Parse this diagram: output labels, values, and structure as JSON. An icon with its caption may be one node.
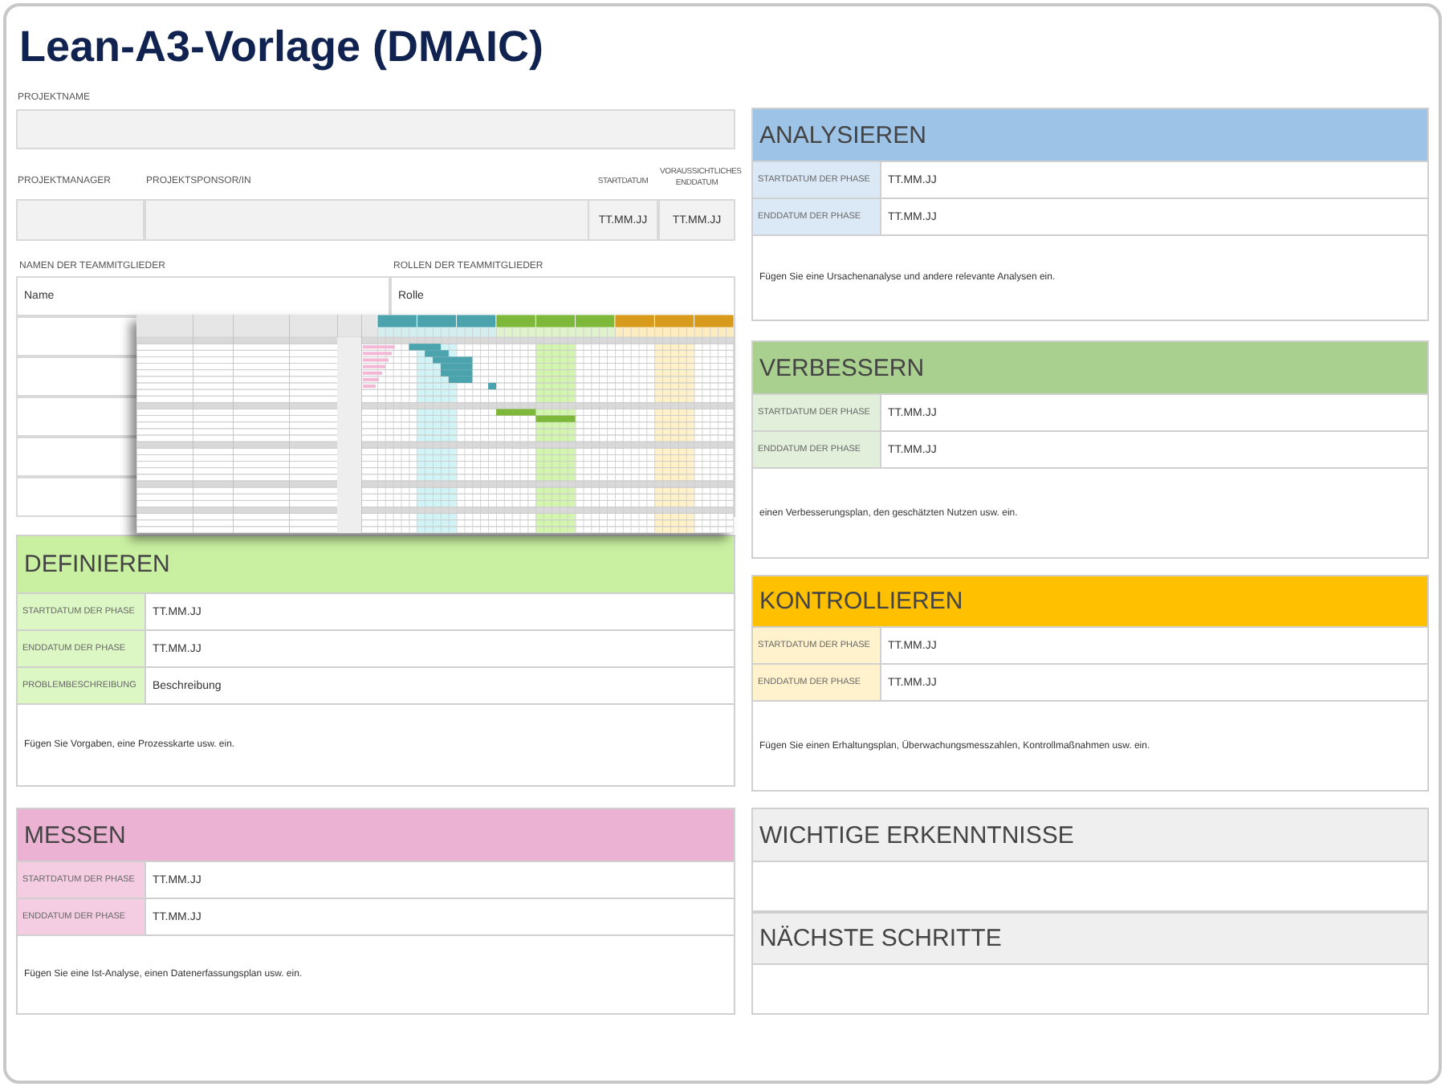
{
  "diagram": {
    "title": "Lean-A3-Vorlage (DMAIC)",
    "nodes": [
      {
        "text": [
          "PROJEKTNAME"
        ]
      },
      {
        "text": [
          "PROJEKTMANAGER"
        ]
      },
      {
        "text": [
          "PROJEKTSPONSOR/IN"
        ]
      },
      {
        "text": [
          "STARTDATUM",
          "TT.MM.JJ"
        ]
      },
      {
        "text": [
          "VORAUSSICHTLICHES ENDDATUM",
          "TT.MM.JJ"
        ]
      },
      {
        "text": [
          "NAMEN DER TEAMMITGLIEDER",
          "Name"
        ]
      },
      {
        "text": [
          "ROLLEN DER TEAMMITGLIEDER",
          "Rolle"
        ]
      },
      {
        "text": [],
        "shape": "picture"
      },
      {
        "text": [
          "DEFINIEREN"
        ]
      },
      {
        "text": [
          "STARTDATUM DER PHASE",
          "TT.MM.JJ"
        ],
        "in": 8
      },
      {
        "text": [
          "ENDDATUM DER PHASE",
          "TT.MM.JJ"
        ],
        "in": 8
      },
      {
        "text": [
          "PROBLEMBESCHREIBUNG",
          "Beschreibung"
        ],
        "in": 8
      },
      {
        "text": [
          "Fügen Sie Vorgaben, eine Prozesskarte usw. ein."
        ],
        "in": 8
      },
      {
        "text": [
          "MESSEN"
        ]
      },
      {
        "text": [
          "STARTDATUM DER PHASE",
          "TT.MM.JJ"
        ],
        "in": 13
      },
      {
        "text": [
          "ENDDATUM DER PHASE",
          "TT.MM.JJ"
        ],
        "in": 13
      },
      {
        "text": [
          "Fügen Sie eine Ist-Analyse, einen Datenerfassungsplan usw. ein."
        ],
        "in": 13
      },
      {
        "text": [
          "ANALYSIEREN"
        ]
      },
      {
        "text": [
          "STARTDATUM DER PHASE",
          "TT.MM.JJ"
        ],
        "in": 17
      },
      {
        "text": [
          "ENDDATUM DER PHASE",
          "TT.MM.JJ"
        ],
        "in": 17
      },
      {
        "text": [
          "Fügen Sie eine Ursachenanalyse und andere relevante Analysen ein."
        ],
        "in": 17
      },
      {
        "text": [
          "VERBESSERN"
        ]
      },
      {
        "text": [
          "STARTDATUM DER PHASE",
          "TT.MM.JJ"
        ],
        "in": 21
      },
      {
        "text": [
          "ENDDATUM DER PHASE",
          "TT.MM.JJ"
        ],
        "in": 21
      },
      {
        "text": [
          "einen Verbesserungsplan, den geschätzten Nutzen usw. ein."
        ],
        "in": 21
      },
      {
        "text": [
          "KONTROLLIEREN"
        ]
      },
      {
        "text": [
          "STARTDATUM DER PHASE",
          "TT.MM.JJ"
        ],
        "in": 25
      },
      {
        "text": [
          "ENDDATUM DER PHASE",
          "TT.MM.JJ"
        ],
        "in": 25
      },
      {
        "text": [
          "Fügen Sie einen Erhaltungsplan, Überwachungsmesszahlen, Kontrollmaßnahmen usw. ein."
        ],
        "in": 25
      },
      {
        "text": [
          "WICHTIGE ERKENNTNISSE"
        ]
      },
      {
        "text": [
          "NÄCHSTE SCHRITTE"
        ]
      }
    ]
  }
}
